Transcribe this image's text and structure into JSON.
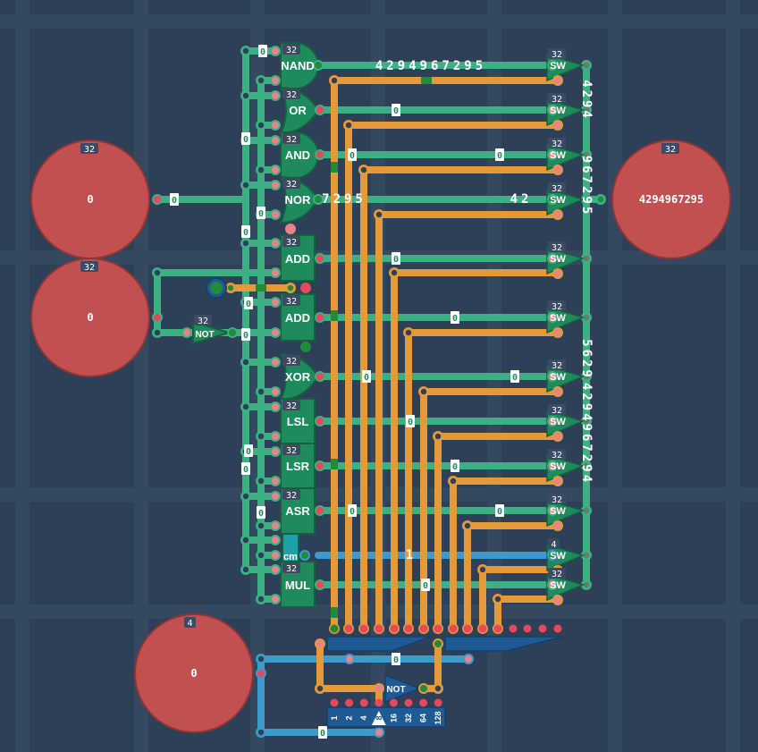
{
  "app": {
    "title": "Turing Complete - ALU circuit"
  },
  "colors": {
    "background": "#2e4057",
    "grid_stripe": "#34495f",
    "wire_green": "#3cb083",
    "wire_orange": "#e59a3a",
    "wire_blue": "#3d9acd",
    "gate_fill": "#1f8a5b",
    "gate_stroke": "#15603f",
    "pin_red": "#e8485c",
    "pin_pink": "#e8838a",
    "io_circle": "#c25050",
    "io_circle_stroke": "#8e3636",
    "decoder_fill": "#1f5a95",
    "cmp_fill": "#1fa0a8",
    "badge_bg": "#3d4a63"
  },
  "inputs": [
    {
      "name": "input-a",
      "bits": "32",
      "value": "0"
    },
    {
      "name": "input-b",
      "bits": "32",
      "value": "0"
    },
    {
      "name": "opcode-input",
      "bits": "4",
      "value": "0"
    }
  ],
  "output": {
    "name": "result-output",
    "bits": "32",
    "value": "4294967295"
  },
  "gates": [
    {
      "id": "nand",
      "label": "NAND",
      "bits": "32"
    },
    {
      "id": "or",
      "label": "OR",
      "bits": "32"
    },
    {
      "id": "and",
      "label": "AND",
      "bits": "32"
    },
    {
      "id": "nor",
      "label": "NOR",
      "bits": "32"
    },
    {
      "id": "add1",
      "label": "ADD",
      "bits": "32"
    },
    {
      "id": "add2",
      "label": "ADD",
      "bits": "32"
    },
    {
      "id": "xor",
      "label": "XOR",
      "bits": "32"
    },
    {
      "id": "lsl",
      "label": "LSL",
      "bits": "32"
    },
    {
      "id": "lsr",
      "label": "LSR",
      "bits": "32"
    },
    {
      "id": "asr",
      "label": "ASR",
      "bits": "32"
    },
    {
      "id": "cmp",
      "label": "cm",
      "bits": ""
    },
    {
      "id": "mul",
      "label": "MUL",
      "bits": "32"
    }
  ],
  "not_gates": [
    {
      "id": "not-b",
      "label": "NOT",
      "bits": "32"
    },
    {
      "id": "not-decoder",
      "label": "NOT",
      "bits": ""
    }
  ],
  "switches": [
    {
      "label": "SW",
      "bits": "32"
    },
    {
      "label": "SW",
      "bits": "32"
    },
    {
      "label": "SW",
      "bits": "32"
    },
    {
      "label": "SW",
      "bits": "32"
    },
    {
      "label": "SW",
      "bits": "32"
    },
    {
      "label": "SW",
      "bits": "32"
    },
    {
      "label": "SW",
      "bits": "32"
    },
    {
      "label": "SW",
      "bits": "32"
    },
    {
      "label": "SW",
      "bits": "32"
    },
    {
      "label": "SW",
      "bits": "32"
    },
    {
      "label": "SW",
      "bits": "4"
    },
    {
      "label": "SW",
      "bits": "32"
    }
  ],
  "wire_values": {
    "nand_out": "4294967295",
    "or_out": "0",
    "and_out_a": "0",
    "and_out_b": "0",
    "nor_out_left": "7295",
    "nor_out_right": "42",
    "add1_out": "0",
    "add2_out": "0",
    "xor_out_a": "0",
    "xor_out_b": "0",
    "lsl_out": "0",
    "lsr_out": "0",
    "asr_out_a": "0",
    "asr_out_b": "0",
    "cmp_out": "1",
    "mul_out": "0",
    "input_a_wire": "0",
    "bus_left_1": "0",
    "bus_left_2": "0",
    "bus_left_3": "0",
    "bus_left_4": "0",
    "bus_left_5": "0",
    "bus_left_6": "0",
    "bus_left_7": "0",
    "bus_left_8": "0",
    "bus_left_9": "0",
    "nand_in": "0",
    "opcode_wire_top": "0",
    "opcode_wire_bottom": "0",
    "output_bus_top": "4294",
    "output_bus_mid": "967295",
    "output_bus_low": "5629",
    "output_bus_bottom": "4294967294"
  },
  "decoder": {
    "bit_labels": [
      "1",
      "2",
      "4",
      "8",
      "16",
      "32",
      "64",
      "128"
    ],
    "selected_bit": "8"
  }
}
